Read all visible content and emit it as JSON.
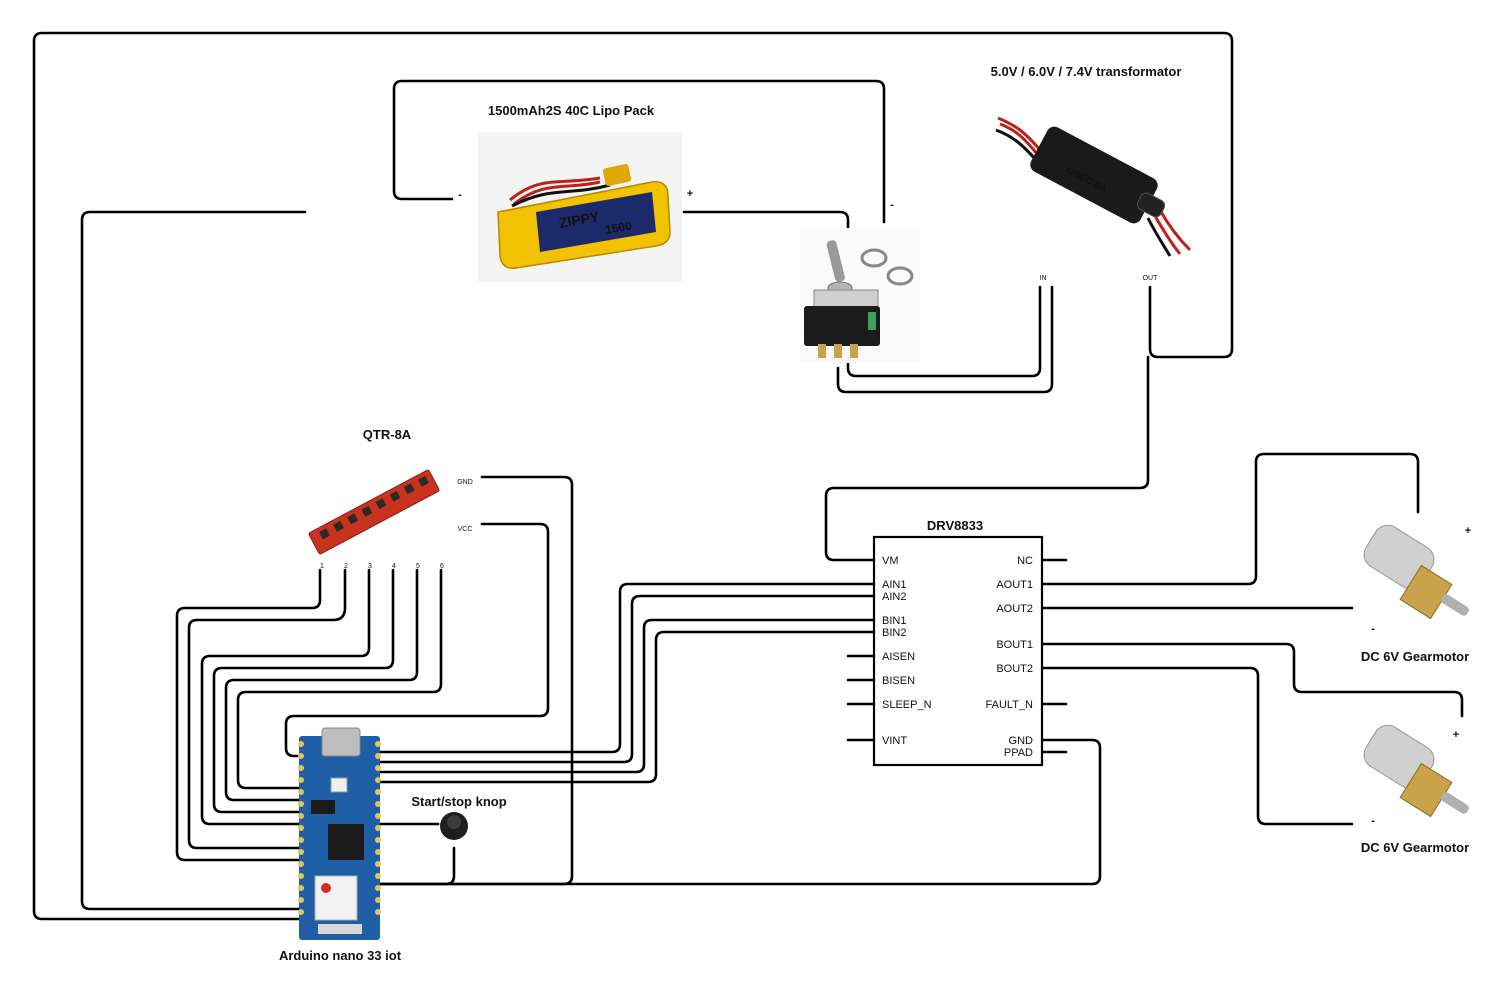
{
  "labels": {
    "battery": "1500mAh2S 40C Lipo Pack",
    "transformer": "5.0V / 6.0V / 7.4V transformator",
    "sensor": "QTR-8A",
    "driver": "DRV8833",
    "arduino": "Arduino nano 33 iot",
    "button": "Start/stop knop",
    "motor1": "DC 6V Gearmotor",
    "motor2": "DC 6V Gearmotor"
  },
  "battery": {
    "minus": "-",
    "plus": "+",
    "brand": "ZIPPY",
    "capacity": "1500"
  },
  "switch_minus": "-",
  "transformer_pins": {
    "in": "IN",
    "out": "OUT",
    "brand": "UBEC 6A"
  },
  "sensor_pins": {
    "gnd": "GND",
    "vcc": "VCC",
    "numbers": [
      "1",
      "2",
      "3",
      "4",
      "5",
      "6"
    ]
  },
  "driver_pins": {
    "left": [
      "VM",
      "AIN1",
      "AIN2",
      "BIN1",
      "BIN2",
      "AISEN",
      "BISEN",
      "SLEEP_N",
      "VINT"
    ],
    "right": [
      "NC",
      "AOUT1",
      "AOUT2",
      "BOUT1",
      "BOUT2",
      "FAULT_N",
      "GND",
      "PPAD"
    ]
  },
  "motor1_pol": {
    "plus": "+",
    "minus": "-"
  },
  "motor2_pol": {
    "plus": "+",
    "minus": "-"
  },
  "colors": {
    "wire": "#000000",
    "battery": "#f2c200",
    "board": "#1f5fa8",
    "pcb_red": "#c8321e",
    "transformer": "#1a1a1a",
    "metal": "#c9c9c9",
    "brass": "#c9a24a"
  }
}
